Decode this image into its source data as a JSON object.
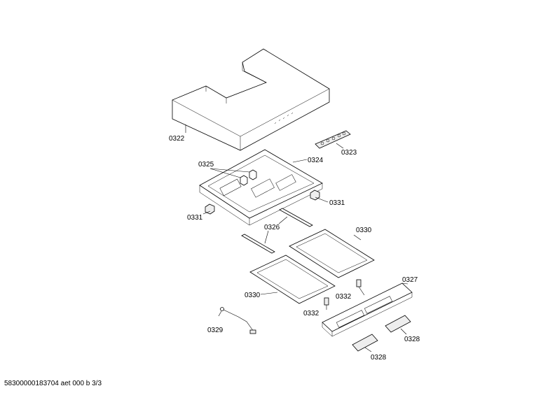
{
  "labels": {
    "p0322": "0322",
    "p0323": "0323",
    "p0324": "0324",
    "p0325": "0325",
    "p0331_right": "0331",
    "p0331_left": "0331",
    "p0326": "0326",
    "p0330_top": "0330",
    "p0330_left": "0330",
    "p0327": "0327",
    "p0332_top": "0332",
    "p0332_bottom": "0332",
    "p0329": "0329",
    "p0328_right": "0328",
    "p0328_bottom": "0328"
  },
  "footer": "58300000183704 aet 000 b 3/3"
}
